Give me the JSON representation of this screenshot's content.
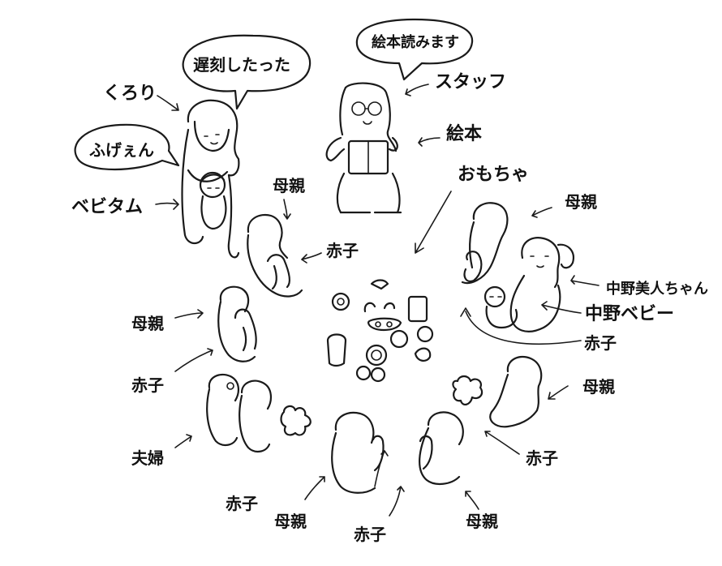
{
  "bubbles": {
    "late": "遅刻したった",
    "fugeen": "ふげぇん",
    "picture_book_reading": "絵本読みます"
  },
  "labels": {
    "kurori": "くろり",
    "bebitamu": "ベビタム",
    "staff": "スタッフ",
    "picture_book": "絵本",
    "toys": "おもちゃ",
    "mother_left_top": "母親",
    "baby_left_top": "赤子",
    "mother_right_top": "母親",
    "nakano_bijin": "中野美人ちゃん",
    "nakano_baby": "中野ベビー",
    "baby_right_mid": "赤子",
    "mother_left_mid": "母親",
    "baby_left_mid": "赤子",
    "couple": "夫婦",
    "mother_right_low": "母親",
    "baby_right_low": "赤子",
    "baby_bottom_left": "赤子",
    "mother_bottom_left": "母親",
    "baby_bottom_mid": "赤子",
    "mother_bottom_right": "母親"
  }
}
